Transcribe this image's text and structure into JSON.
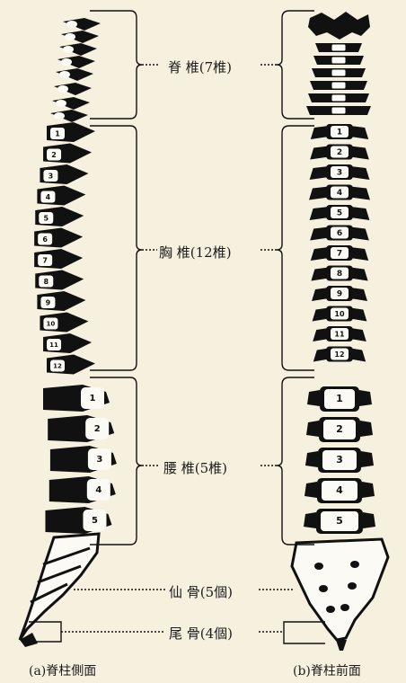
{
  "regions": [
    {
      "name": "cervical",
      "label": "脊 椎(7椎)"
    },
    {
      "name": "thoracic",
      "label": "胸 椎(12椎)"
    },
    {
      "name": "lumbar",
      "label": "腰 椎(5椎)"
    },
    {
      "name": "sacrum",
      "label": "仙 骨(5個)"
    },
    {
      "name": "coccyx",
      "label": "尾 骨(4個)"
    }
  ],
  "thoracic_numbers": [
    "1",
    "2",
    "3",
    "4",
    "5",
    "6",
    "7",
    "8",
    "9",
    "10",
    "11",
    "12"
  ],
  "lumbar_numbers": [
    "1",
    "2",
    "3",
    "4",
    "5"
  ],
  "captions": {
    "side": "(a)脊柱側面",
    "front": "(b)脊柱前面"
  },
  "colors": {
    "bone": "#fbfaf4",
    "ink": "#111111",
    "background": "#f6f1df"
  }
}
